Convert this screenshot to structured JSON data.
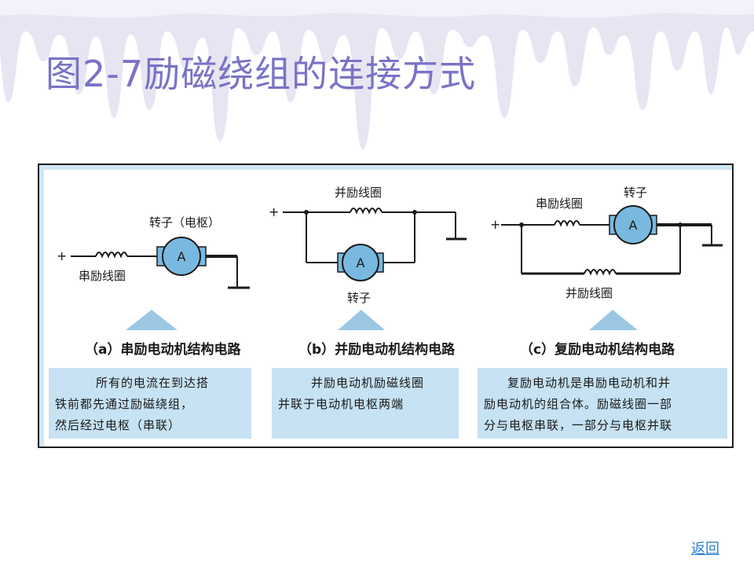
{
  "slide": {
    "title": "图2-7励磁绕组的连接方式",
    "back_link": "返回"
  },
  "colors": {
    "title": "#7a73c6",
    "drip": "#e6e2f2",
    "motor_fill": "#79b9df",
    "note_fill": "#c6e2f3",
    "link": "#2a7fd0"
  },
  "circuits": {
    "a": {
      "plus": "+",
      "motor": "A",
      "rotor_label": "转子（电枢）",
      "coil_label": "串励线圈",
      "caption": "（a）串励电动机结构电路",
      "note_lines": [
        "所有的电流在到达搭",
        "铁前都先通过励磁绕组，",
        "然后经过电枢（串联）"
      ]
    },
    "b": {
      "plus": "+",
      "motor": "A",
      "coil_label": "并励线圈",
      "rotor_label": "转子",
      "caption": "（b）并励电动机结构电路",
      "note_lines": [
        "并励电动机励磁线圈",
        "并联于电动机电枢两端"
      ]
    },
    "c": {
      "plus": "+",
      "motor": "A",
      "series_coil_label": "串励线圈",
      "rotor_label": "转子",
      "shunt_coil_label": "并励线圈",
      "caption": "（c）复励电动机结构电路",
      "note_lines": [
        "复励电动机是串励电动机和并",
        "励电动机的组合体。励磁线圈一部",
        "分与电枢串联，一部分与电枢并联"
      ]
    }
  }
}
